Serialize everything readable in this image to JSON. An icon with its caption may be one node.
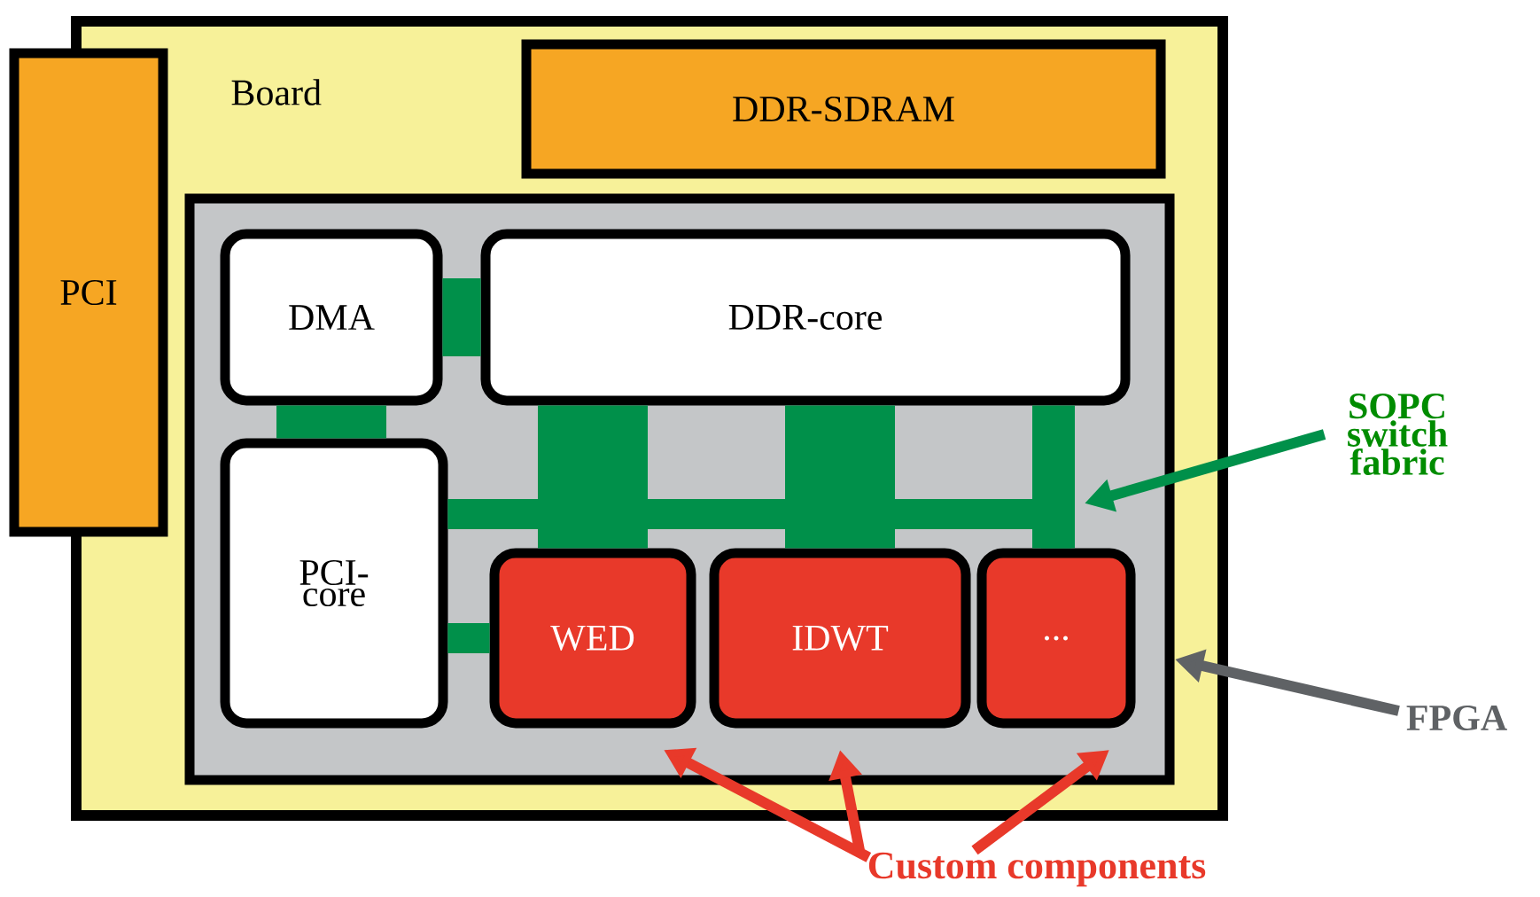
{
  "diagram": {
    "nodes": [
      {
        "text": [
          "Board"
        ]
      },
      {
        "text": [
          "PCI"
        ]
      },
      {
        "text": [
          "DDR-SDRAM"
        ],
        "in": 0
      },
      {
        "text": [],
        "shape": "box",
        "in": 0
      },
      {
        "text": [
          "DMA"
        ],
        "in": 3
      },
      {
        "text": [
          "DDR-core"
        ],
        "in": 3
      },
      {
        "text": [
          "PCI-core"
        ],
        "in": 3
      },
      {
        "text": [
          "WED"
        ],
        "in": 3
      },
      {
        "text": [
          "IDWT"
        ],
        "in": 3
      },
      {
        "text": [
          "..."
        ],
        "in": 3
      },
      {
        "text": [
          "SOPC switch fabric"
        ]
      },
      {
        "text": [
          "FPGA"
        ]
      },
      {
        "text": [
          "Custom components"
        ]
      }
    ],
    "edges": [
      {
        "from": 4,
        "to": 5,
        "arrow": "none",
        "style": "thick",
        "color": "#00904a"
      },
      {
        "from": 4,
        "to": 6,
        "arrow": "none",
        "style": "thick",
        "color": "#00904a"
      },
      {
        "from": 6,
        "to": 7,
        "arrow": "none",
        "color": "#00904a"
      },
      {
        "from": 6,
        "to": 9,
        "arrow": "none",
        "color": "#00904a"
      },
      {
        "from": 5,
        "to": 7,
        "arrow": "none",
        "style": "thick",
        "color": "#00904a"
      },
      {
        "from": 5,
        "to": 8,
        "arrow": "none",
        "style": "thick",
        "color": "#00904a"
      },
      {
        "from": 5,
        "to": 9,
        "arrow": "none",
        "color": "#00904a"
      },
      {
        "from": 10,
        "to": null,
        "arrow": "to",
        "color": "#00904a"
      },
      {
        "from": 11,
        "to": 3,
        "arrow": "to",
        "color": "#5f6265"
      },
      {
        "from": 12,
        "to": 7,
        "arrow": "to",
        "color": "#e8392a"
      },
      {
        "from": 12,
        "to": 8,
        "arrow": "to",
        "color": "#e8392a"
      },
      {
        "from": 12,
        "to": 9,
        "arrow": "to",
        "color": "#e8392a"
      }
    ]
  }
}
